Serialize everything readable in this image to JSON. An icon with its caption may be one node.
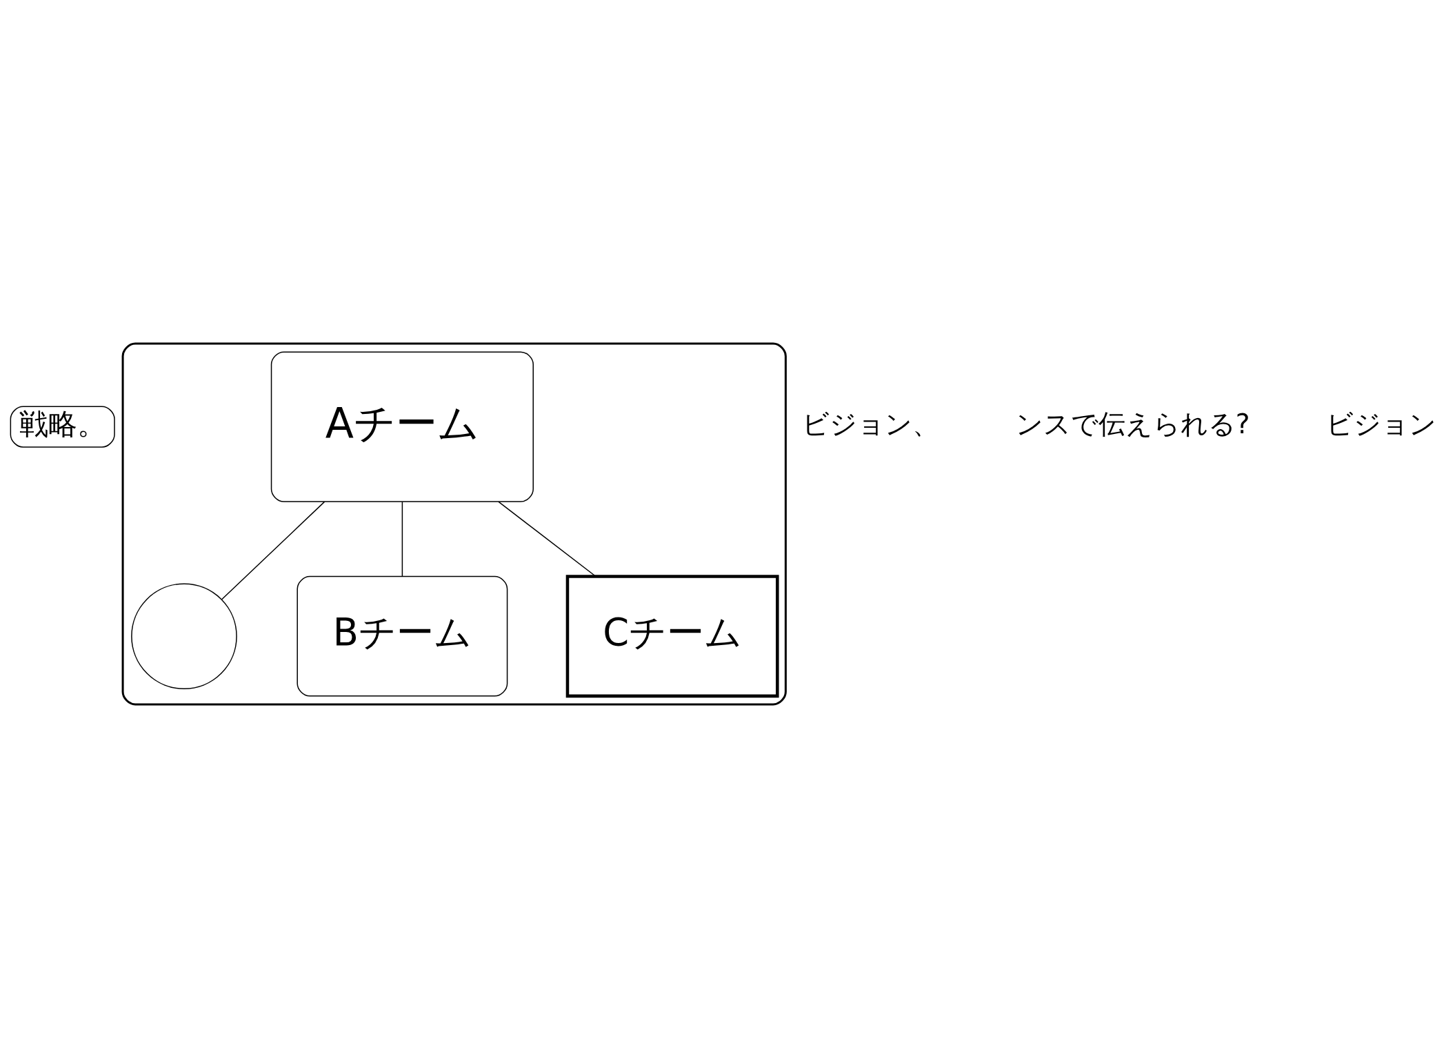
{
  "diagram": {
    "nodes": [
      {
        "text": [
          "戦略。"
        ]
      },
      {
        "text": [],
        "shape": "ellipse"
      },
      {
        "text": [
          "Aチーム"
        ],
        "in": 1
      },
      {
        "text": [],
        "shape": "circle",
        "in": 1
      },
      {
        "text": [
          "Bチーム"
        ],
        "in": 1
      },
      {
        "text": [
          "Cチーム"
        ],
        "in": 1
      }
    ],
    "edges": [
      {
        "from": 2,
        "to": 3,
        "arrow": "none"
      },
      {
        "from": 2,
        "to": 4,
        "arrow": "none"
      },
      {
        "from": 2,
        "to": 5,
        "arrow": "none"
      }
    ],
    "labels": [
      "ビジョン、",
      "ンスで伝えられる?",
      "ビジョン"
    ]
  }
}
